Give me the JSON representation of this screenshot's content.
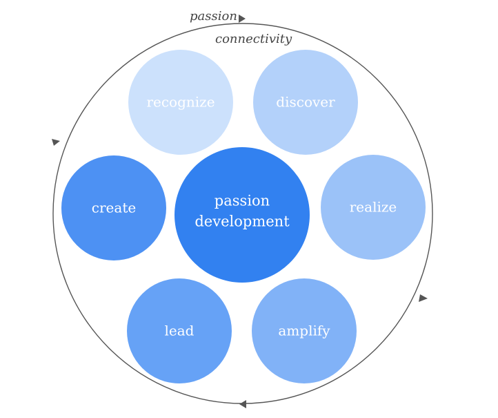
{
  "diagram": {
    "outer_labels": {
      "top": "passion",
      "inner": "connectivity"
    },
    "center": {
      "line1": "passion",
      "line2": "development",
      "color": "#3281F0"
    },
    "nodes": [
      {
        "id": "recognize",
        "label": "recognize",
        "color": "#CCE1FC"
      },
      {
        "id": "discover",
        "label": "discover",
        "color": "#B3D1FA"
      },
      {
        "id": "realize",
        "label": "realize",
        "color": "#9BC2F8"
      },
      {
        "id": "amplify",
        "label": "amplify",
        "color": "#81B2F7"
      },
      {
        "id": "lead",
        "label": "lead",
        "color": "#66A2F6"
      },
      {
        "id": "create",
        "label": "create",
        "color": "#4D91F3"
      }
    ],
    "ring_color": "#555555"
  }
}
